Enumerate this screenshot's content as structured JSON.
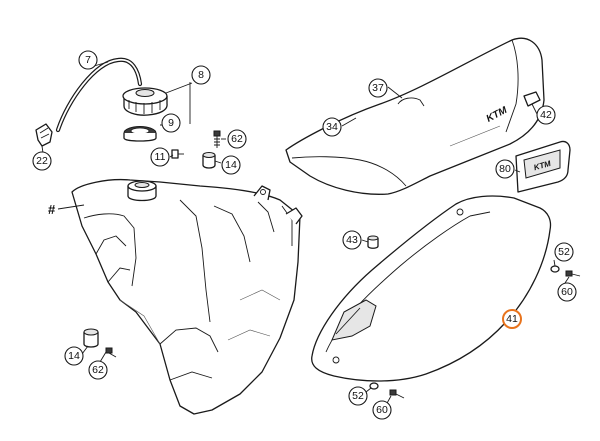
{
  "diagram": {
    "highlight_color": "#e8731c",
    "callouts": [
      {
        "id": "c7",
        "label": "7"
      },
      {
        "id": "c8",
        "label": "8"
      },
      {
        "id": "c9",
        "label": "9"
      },
      {
        "id": "c22",
        "label": "22"
      },
      {
        "id": "c62a",
        "label": "62"
      },
      {
        "id": "c11",
        "label": "11"
      },
      {
        "id": "c14a",
        "label": "14"
      },
      {
        "id": "c37",
        "label": "37"
      },
      {
        "id": "c34",
        "label": "34"
      },
      {
        "id": "c42",
        "label": "42"
      },
      {
        "id": "c80",
        "label": "80"
      },
      {
        "id": "c43",
        "label": "43"
      },
      {
        "id": "c52a",
        "label": "52"
      },
      {
        "id": "c60a",
        "label": "60"
      },
      {
        "id": "c41",
        "label": "41",
        "highlighted": true
      },
      {
        "id": "c14b",
        "label": "14"
      },
      {
        "id": "c62b",
        "label": "62"
      },
      {
        "id": "c52b",
        "label": "52"
      },
      {
        "id": "c60b",
        "label": "60"
      }
    ],
    "tank_marker": "#",
    "logo_text": "KTM"
  }
}
